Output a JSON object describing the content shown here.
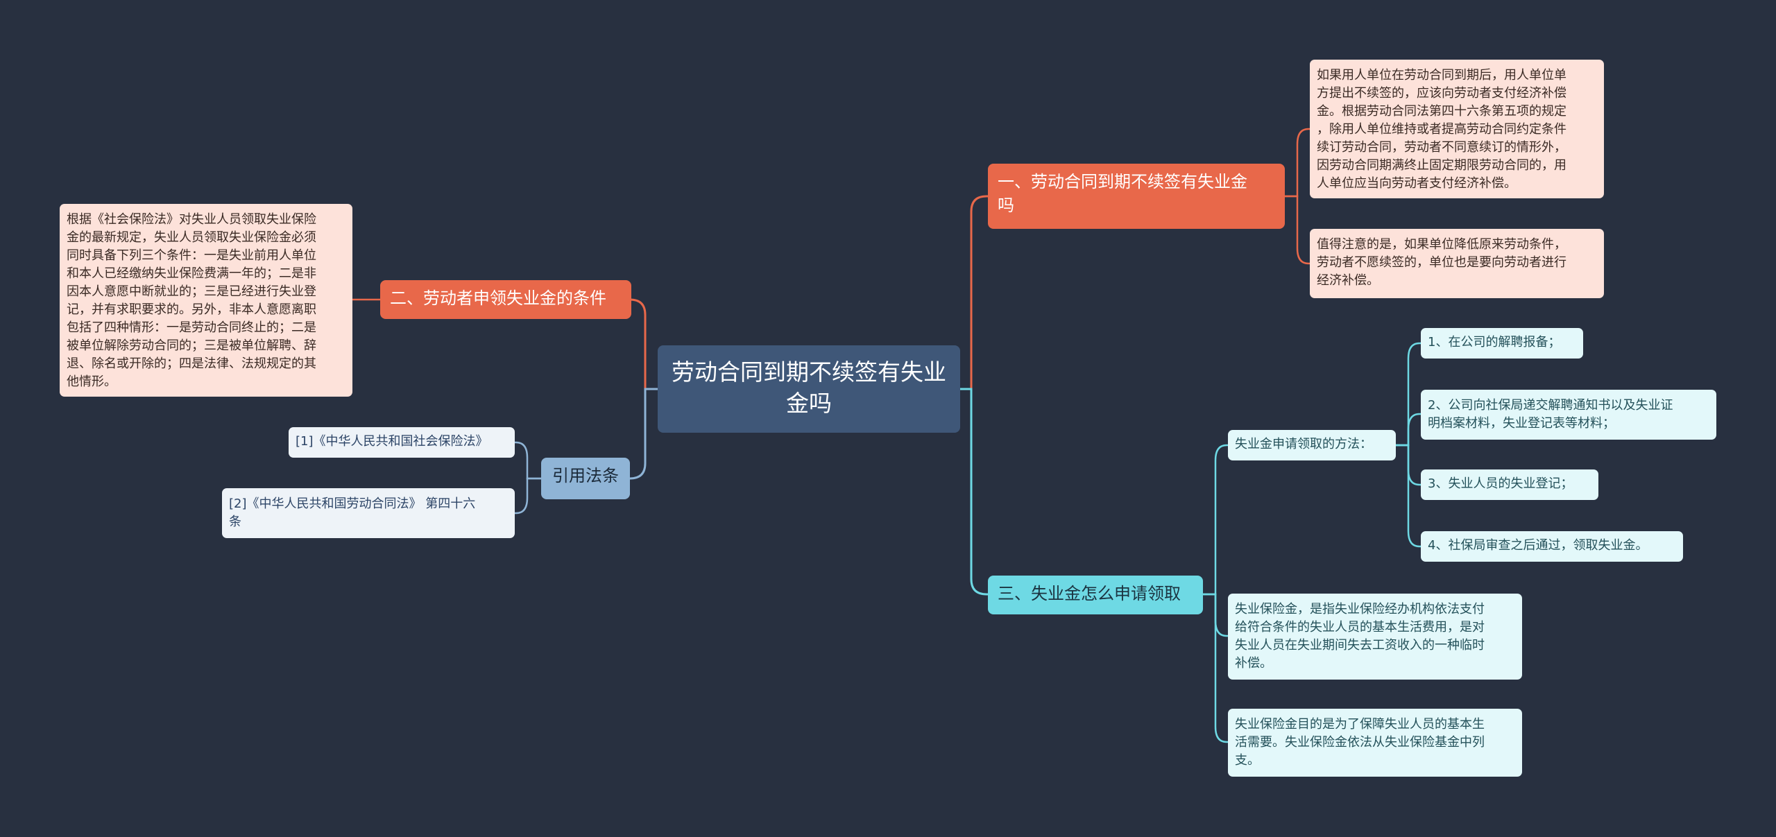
{
  "root": {
    "title": "劳动合同到期不续签有失业金吗"
  },
  "colors": {
    "background": "#283040",
    "root": "#3f5778",
    "red_branch": "#e8684a",
    "red_leaf": "#fde2da",
    "cyan_branch": "#6ed9e4",
    "cyan_leaf": "#e3f8fa",
    "blue_branch": "#8fb4d6",
    "blue_leaf": "#eef3f8"
  },
  "branches": {
    "b1": {
      "title": "一、劳动合同到期不续签有失业金\n吗",
      "leaves": [
        "如果用人单位在劳动合同到期后，用人单位单\n方提出不续签的，应该向劳动者支付经济补偿\n金。根据劳动合同法第四十六条第五项的规定\n，除用人单位维持或者提高劳动合同约定条件\n续订劳动合同，劳动者不同意续订的情形外，\n因劳动合同期满终止固定期限劳动合同的，用\n人单位应当向劳动者支付经济补偿。",
        "值得注意的是，如果单位降低原来劳动条件，\n劳动者不愿续签的，单位也是要向劳动者进行\n经济补偿。"
      ]
    },
    "b2": {
      "title": "二、劳动者申领失业金的条件",
      "leaves": [
        "根据《社会保险法》对失业人员领取失业保险\n金的最新规定，失业人员领取失业保险金必须\n同时具备下列三个条件：一是失业前用人单位\n和本人已经缴纳失业保险费满一年的；二是非\n因本人意愿中断就业的；三是已经进行失业登\n记，并有求职要求的。另外，非本人意愿离职\n包括了四种情形：一是劳动合同终止的；二是\n被单位解除劳动合同的；三是被单位解聘、辞\n退、除名或开除的；四是法律、法规规定的其\n他情形。"
      ]
    },
    "b3": {
      "title": "三、失业金怎么申请领取",
      "method": {
        "label": "失业金申请领取的方法：",
        "steps": [
          "1、在公司的解聘报备；",
          "2、公司向社保局递交解聘通知书以及失业证\n明档案材料，失业登记表等材料；",
          "3、失业人员的失业登记；",
          "4、社保局审查之后通过，领取失业金。"
        ]
      },
      "leaves": [
        "失业保险金，是指失业保险经办机构依法支付\n给符合条件的失业人员的基本生活费用，是对\n失业人员在失业期间失去工资收入的一种临时\n补偿。",
        "失业保险金目的是为了保障失业人员的基本生\n活需要。失业保险金依法从失业保险基金中列\n支。"
      ]
    },
    "refs": {
      "title": "引用法条",
      "items": [
        "[1]《中华人民共和国社会保险法》",
        "[2]《中华人民共和国劳动合同法》 第四十六\n条"
      ]
    }
  }
}
